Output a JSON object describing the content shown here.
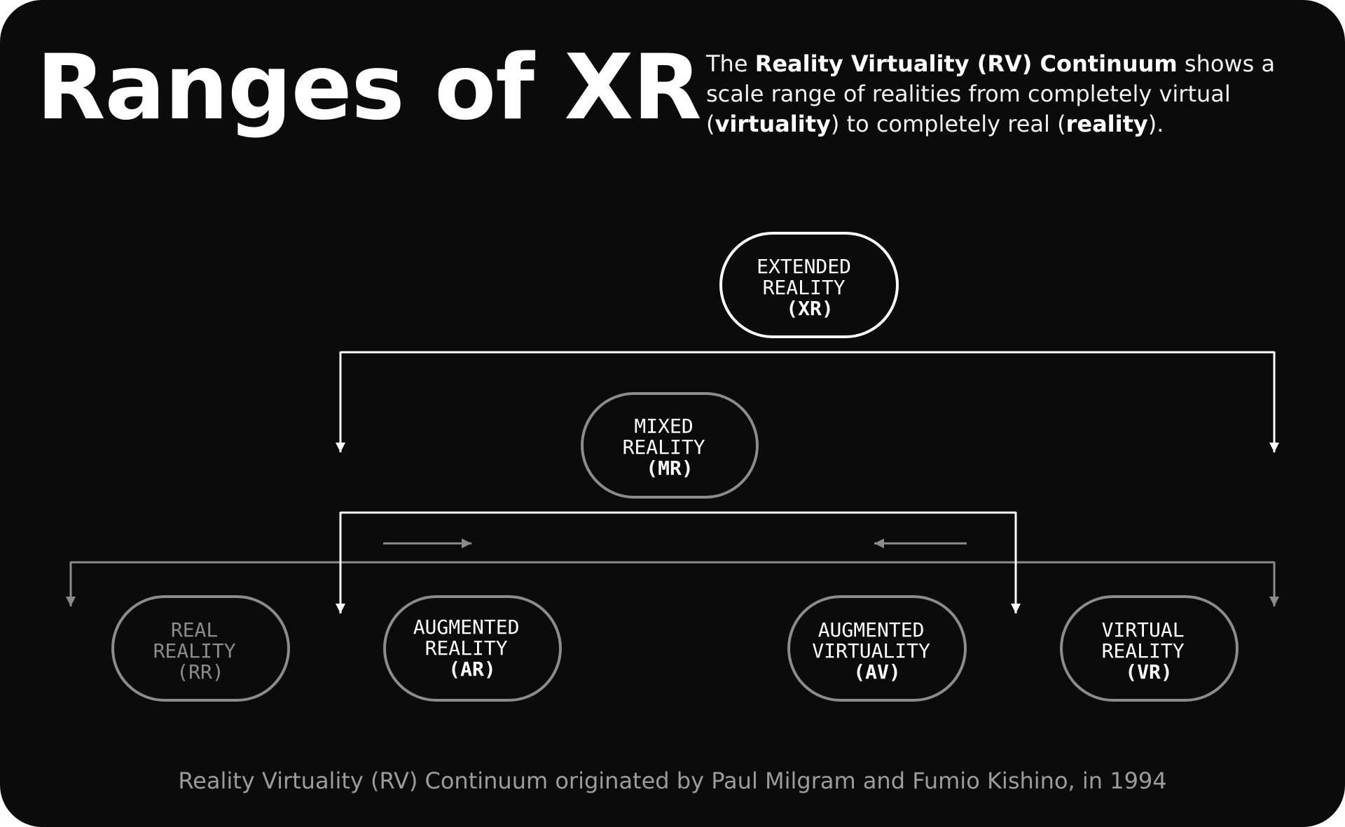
{
  "title": "Ranges of XR",
  "intro": {
    "t1": "The ",
    "b1": "Reality Virtuality (RV) Continuum",
    "t2": " shows a scale range of realities from completely virtual (",
    "b2": "virtuality",
    "t3": ") to completely real (",
    "b3": "reality",
    "t4": ")."
  },
  "nodes": {
    "xr": {
      "line1": "EXTENDED",
      "line2": "REALITY",
      "acronym": "(XR)"
    },
    "mr": {
      "line1": "MIXED",
      "line2": "REALITY",
      "acronym": "(MR)"
    },
    "rr": {
      "line1": "REAL",
      "line2": "REALITY",
      "acronym": "(RR)"
    },
    "ar": {
      "line1": "AUGMENTED",
      "line2": "REALITY",
      "acronym": "(AR)"
    },
    "av": {
      "line1": "AUGMENTED",
      "line2": "VIRTUALITY",
      "acronym": "(AV)"
    },
    "vr": {
      "line1": "VIRTUAL",
      "line2": "REALITY",
      "acronym": "(VR)"
    }
  },
  "caption": "Reality Virtuality (RV) Continuum originated by Paul Milgram and Fumio Kishino, in 1994",
  "colors": {
    "background": "#0b0b0b",
    "primary": "#ffffff",
    "secondary": "#8c8c8c",
    "caption": "#9c9c9c"
  }
}
